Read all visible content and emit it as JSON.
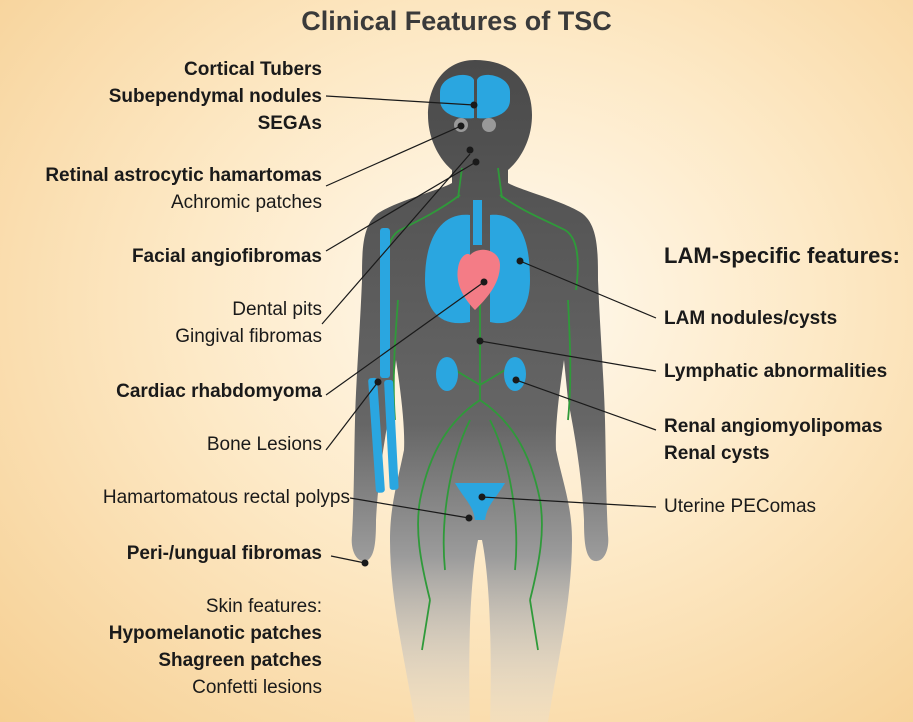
{
  "title": "Clinical Features of TSC",
  "left_labels": {
    "cortical_tubers": "Cortical Tubers",
    "subependymal_nodules": "Subependymal nodules",
    "segas": "SEGAs",
    "retinal_astrocytic_hamartomas": "Retinal astrocytic hamartomas",
    "achromic_patches": "Achromic patches",
    "facial_angiofibromas": "Facial angiofibromas",
    "dental_pits": "Dental pits",
    "gingival_fibromas": "Gingival fibromas",
    "cardiac_rhabdomyoma": "Cardiac rhabdomyoma",
    "bone_lesions": "Bone Lesions",
    "hamartomatous_rectal_polyps": "Hamartomatous rectal polyps",
    "peri_ungual_fibromas": "Peri-/ungual fibromas",
    "skin_features": "Skin features:",
    "hypomelanotic_patches": "Hypomelanotic patches",
    "shagreen_patches": "Shagreen patches",
    "confetti_lesions": "Confetti lesions"
  },
  "right_labels": {
    "heading": "LAM-specific features:",
    "lam_nodules": "LAM nodules/cysts",
    "lymphatic": "Lymphatic abnormalities",
    "renal_aml": "Renal angiomyolipomas",
    "renal_cysts": "Renal cysts",
    "uterine": "Uterine PEComas"
  },
  "colors": {
    "organ_blue": "#2aa6e0",
    "heart_pink": "#f47c86",
    "lymph_green": "#2f9a3a",
    "silhouette": "#5a5a5a",
    "leader_line": "#1a1a1a"
  }
}
